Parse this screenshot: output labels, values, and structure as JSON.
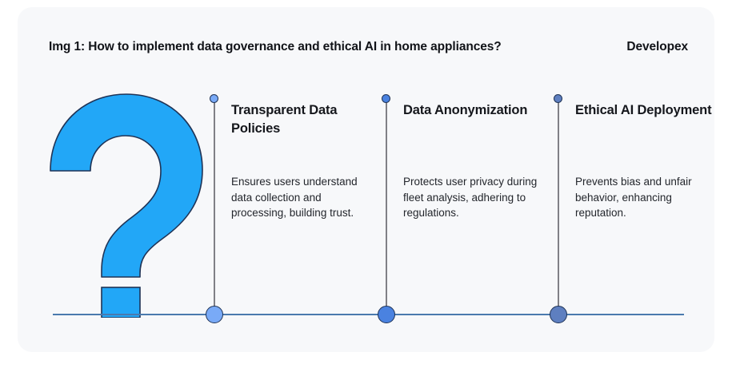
{
  "header": {
    "title": "Img 1: How to implement data governance and ethical AI in home appliances?",
    "brand": "Developex"
  },
  "illustration": {
    "icon": "question-mark-icon",
    "fill_color": "#22a7f7",
    "stroke_color": "#1f3356"
  },
  "axis": {
    "color": "#4a7aae"
  },
  "timeline": {
    "connector_color": "#808086",
    "items": [
      {
        "heading": "Transparent Data Policies",
        "body": "Ensures users understand data collection and processing, building trust.",
        "dot_color": "#79aaf7",
        "dot_stroke": "#1f3356"
      },
      {
        "heading": "Data Anonymization",
        "body": "Protects user privacy during fleet analysis, adhering to regulations.",
        "dot_color": "#4a82e0",
        "dot_stroke": "#1f3356"
      },
      {
        "heading": "Ethical AI Deployment",
        "body": "Prevents bias and unfair behavior, enhancing reputation.",
        "dot_color": "#5e7fc0",
        "dot_stroke": "#1f3356"
      }
    ]
  }
}
